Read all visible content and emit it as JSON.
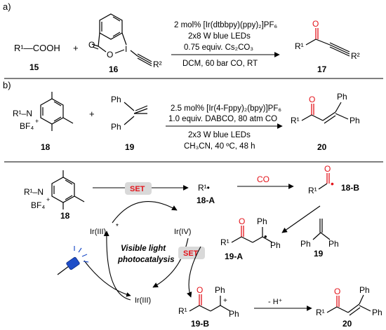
{
  "panel_a": {
    "label": "a)",
    "reactant_left": "R¹—COOH",
    "reactant_left_num": "15",
    "plus": "+",
    "reagent_num": "16",
    "reagent_atom_I": "I",
    "reagent_atom_O": "O",
    "reagent_R": "R²",
    "conditions": [
      "2 mol% [Ir(dtbbpy)(ppy)₂]PF₆",
      "2x8 W blue LEDs",
      "0.75 equiv. Cs₂CO₃"
    ],
    "conditions_below": "DCM, 60 bar CO, RT",
    "product_num": "17",
    "product_R1": "R¹",
    "product_R2": "R²",
    "product_O": "O"
  },
  "panel_b": {
    "label": "b)",
    "reactant_num": "18",
    "reactant_R1N": "R¹–N",
    "reactant_plus_charge": "+",
    "reactant_BF4": "BF₄",
    "plus": "+",
    "styrene_num": "19",
    "styrene_Ph1": "Ph",
    "styrene_Ph2": "Ph",
    "conditions": [
      "2.5 mol% [Ir(4-Fppy)₂(bpy)]PF₆",
      "1.0 equiv. DABCO, 80 atm CO"
    ],
    "conditions_below": [
      "2x3 W blue LEDs",
      "CH₃CN, 40 ºC, 48 h"
    ],
    "product_num": "20",
    "product_O": "O",
    "product_R1": "R¹",
    "product_Ph1": "Ph",
    "product_Ph2": "Ph"
  },
  "mechanism": {
    "reactant_num": "18",
    "reactant_R1N": "R¹–N",
    "reactant_plus_charge": "+",
    "reactant_BF4": "BF₄",
    "set_top": "SET",
    "set_bottom": "SET",
    "ir3_excited": "Ir(III)",
    "ir3_star": "*",
    "ir4": "Ir(IV)",
    "ir3": "Ir(III)",
    "cycle_title_1": "Visible light",
    "cycle_title_2": "photocatalysis",
    "radical_label": "R¹•",
    "radical_num": "18-A",
    "co": "CO",
    "acyl_O": "O",
    "acyl_R1": "R¹",
    "acyl_dot": "•",
    "acyl_num": "18-B",
    "styrene_Ph1": "Ph",
    "styrene_Ph2": "Ph",
    "styrene_num": "19",
    "int_19A_O": "O",
    "int_19A_R1": "R¹",
    "int_19A_Ph1": "Ph",
    "int_19A_Ph2": "Ph",
    "int_19A_dot": "•",
    "int_19A_num": "19-A",
    "int_19B_O": "O",
    "int_19B_R1": "R¹",
    "int_19B_Ph1": "Ph",
    "int_19B_Ph2": "Ph",
    "int_19B_plus": "+",
    "int_19B_num": "19-B",
    "deprot": "- H⁺",
    "product_O": "O",
    "product_R1": "R¹",
    "product_Ph1": "Ph",
    "product_Ph2": "Ph",
    "product_num": "20"
  }
}
